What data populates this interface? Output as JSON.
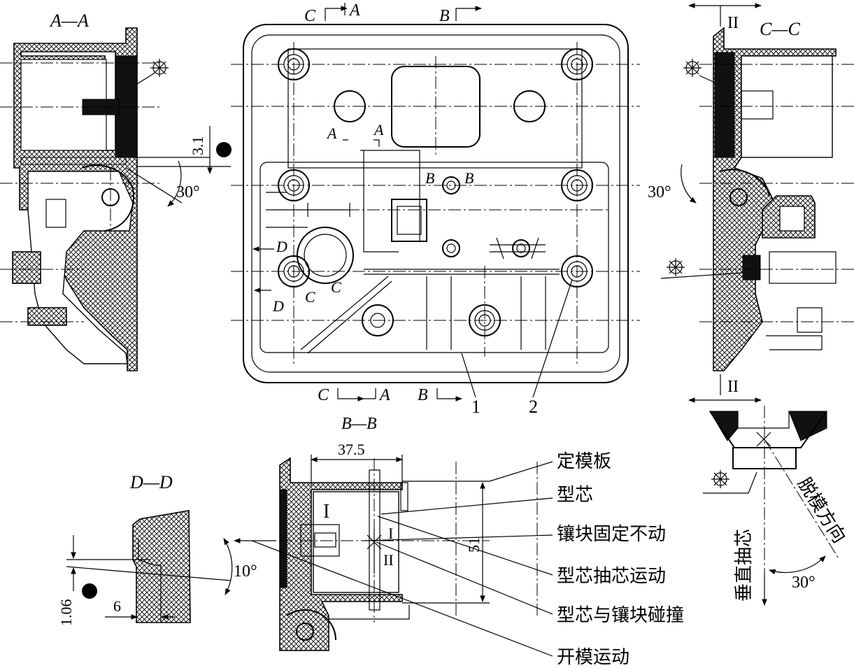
{
  "views": {
    "aa": "A—A",
    "cc": "C—C",
    "bb": "B—B",
    "dd": "D—D"
  },
  "section_marks": {
    "c": "C",
    "a": "A",
    "b": "B",
    "d": "D",
    "roman1": "I",
    "roman2": "II"
  },
  "dims": {
    "d31": "3.1",
    "ang30": "30°",
    "d375": "37.5",
    "d51": "51",
    "ang10": "10°",
    "d106": "1.06",
    "d6": "6"
  },
  "parts": {
    "p1": "1",
    "p2": "2"
  },
  "callouts": {
    "fixed_plate": "定模板",
    "core": "型芯",
    "insert_fixed": "镶块固定不动",
    "core_pull": "型芯抽芯运动",
    "collision": "型芯与镶块碰撞",
    "mold_open": "开模运动",
    "vertical_pull": "垂直抽芯",
    "demold_dir": "脱模方向"
  }
}
